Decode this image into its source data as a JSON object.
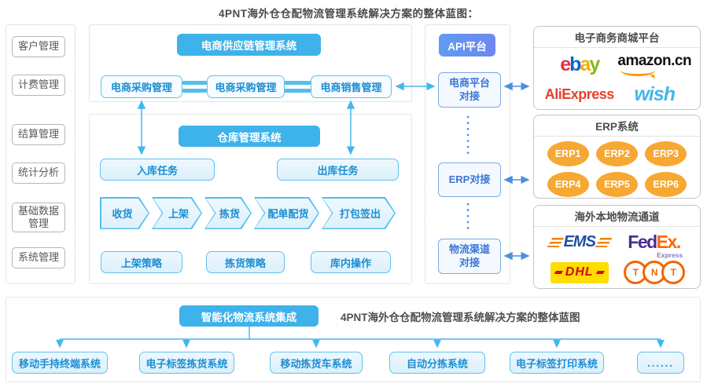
{
  "title": "4PNT海外仓仓配物流管理系统解决方案的整体蓝图：",
  "sidebar": {
    "items": [
      "客户管理",
      "计费管理",
      "结算管理",
      "统计分析",
      "基础数据管理",
      "系统管理"
    ]
  },
  "supply_chain": {
    "header": "电商供应链管理系统",
    "modules": [
      "电商采购管理",
      "电商采购管理",
      "电商销售管理"
    ]
  },
  "warehouse": {
    "header": "仓库管理系统",
    "tasks": [
      "入库任务",
      "出库任务"
    ],
    "process": [
      "收货",
      "上架",
      "拣货",
      "配单配货",
      "打包签出"
    ],
    "strategies": [
      "上架策略",
      "拣货策略",
      "库内操作"
    ]
  },
  "api_platform": {
    "header": "API平台",
    "nodes": [
      "电商平台对接",
      "ERP对接",
      "物流渠道对接"
    ]
  },
  "marketplace_panel": {
    "title": "电子商务商城平台",
    "ebay_letters": [
      "e",
      "b",
      "a",
      "y"
    ],
    "amazon_word": "amazon",
    "amazon_tld": ".cn",
    "aliexpress": "AliExpress",
    "wish": "wish"
  },
  "erp_panel": {
    "title": "ERP系统",
    "items": [
      "ERP1",
      "ERP2",
      "ERP3",
      "ERP4",
      "ERP5",
      "ERP6"
    ]
  },
  "carrier_panel": {
    "title": "海外本地物流通道",
    "ems": "EMS",
    "fedex_fed": "Fed",
    "fedex_ex": "Ex",
    "fedex_dot": ".",
    "fedex_sub": "Express",
    "dhl": "DHL",
    "tnt_letters": [
      "T",
      "N",
      "T"
    ]
  },
  "integration": {
    "header": "智能化物流系统集成",
    "caption": "4PNT海外仓仓配物流管理系统解决方案的整体蓝图",
    "systems": [
      "移动手持终端系统",
      "电子标签拣货系统",
      "移动拣货车系统",
      "自动分拣系统",
      "电子标签打印系统",
      "......"
    ]
  },
  "colors": {
    "header_blue": "#3eb2ea",
    "api_blue": "#6292ef",
    "arrow_cyan": "#45b6ed",
    "arrow_blue": "#4a90e2",
    "box_text_blue": "#1b8ed2",
    "erp_orange": "#f6a832"
  }
}
